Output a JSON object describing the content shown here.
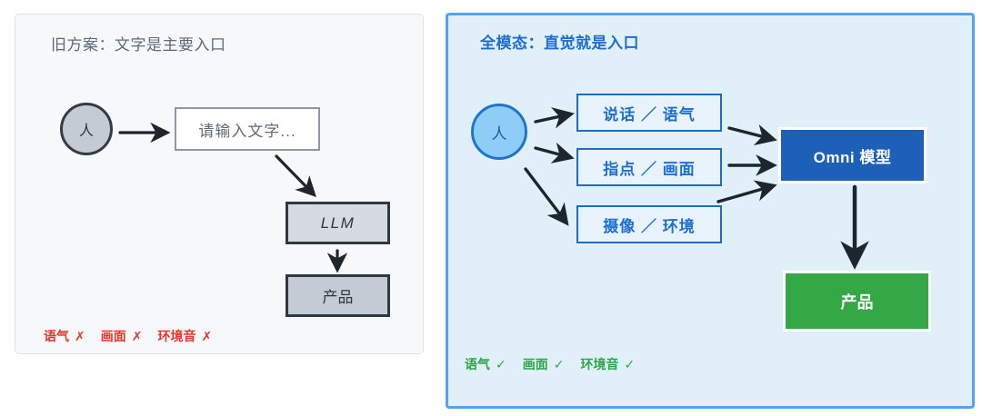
{
  "panels": {
    "old": {
      "title": "旧方案：文字是主要入口",
      "person_label": "人",
      "input_placeholder": "请输入文字...",
      "llm_label": "LLM",
      "product_label": "产品",
      "footer": [
        {
          "label": "语气",
          "mark": "✗"
        },
        {
          "label": "画面",
          "mark": "✗"
        },
        {
          "label": "环境音",
          "mark": "✗"
        }
      ],
      "accent_color": "#e8352b",
      "bg_color": "#f6f8fa",
      "border_color": "#dfe3e8"
    },
    "omni": {
      "title": "全模态：直觉就是入口",
      "person_label": "人",
      "modalities": [
        {
          "label": "说话 ／ 语气"
        },
        {
          "label": "指点 ／ 画面"
        },
        {
          "label": "摄像 ／ 环境"
        }
      ],
      "model_label": "Omni 模型",
      "product_label": "产品",
      "footer": [
        {
          "label": "语气",
          "mark": "✓"
        },
        {
          "label": "画面",
          "mark": "✓"
        },
        {
          "label": "环境音",
          "mark": "✓"
        }
      ],
      "accent_color": "#2fa44b",
      "model_color": "#1c60b8",
      "product_color": "#33a844",
      "bg_color": "#e1f0f8",
      "border_color": "#4fa5f5"
    }
  },
  "icons": {
    "arrow": "arrow-right-icon",
    "person": "person-icon"
  }
}
